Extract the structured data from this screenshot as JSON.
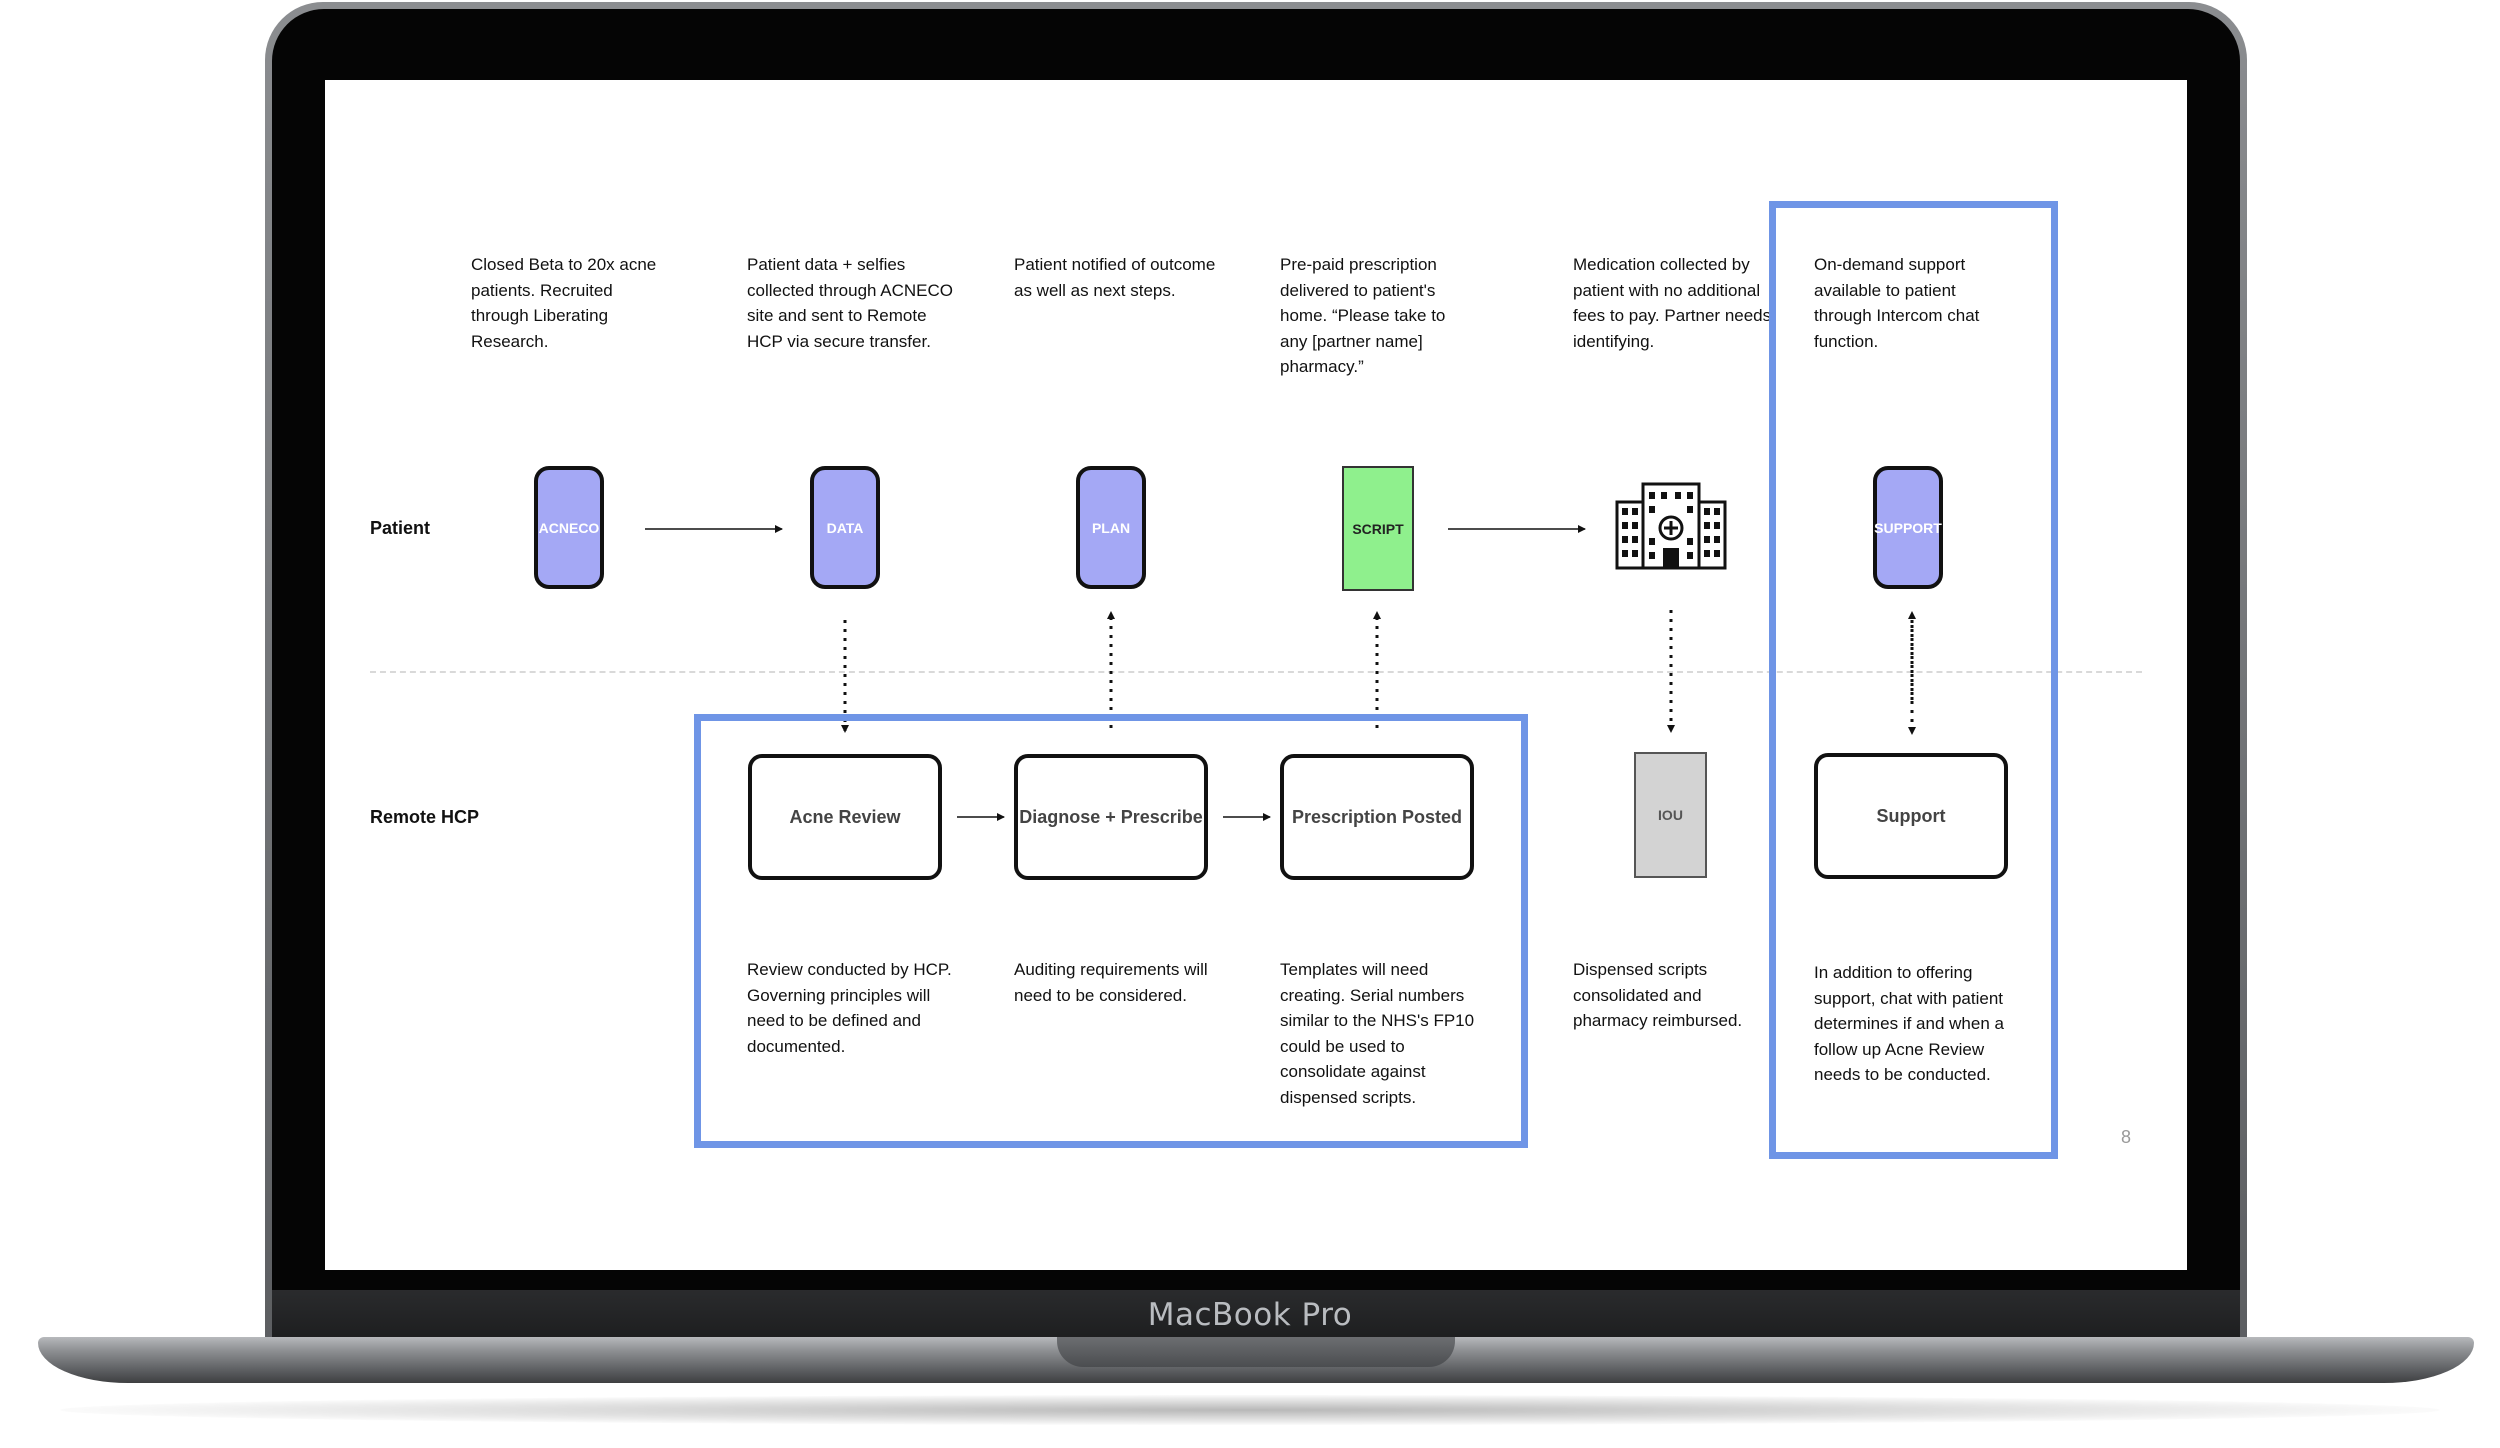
{
  "device": {
    "brand": "MacBook Pro"
  },
  "rows": {
    "patient": "Patient",
    "remote_hcp": "Remote HCP"
  },
  "patient_steps": [
    {
      "label": "ACNECO",
      "description": "Closed Beta to 20x acne patients. Recruited through Liberating Research."
    },
    {
      "label": "DATA",
      "description": "Patient data + selfies collected through ACNECO site and sent to Remote HCP via secure transfer."
    },
    {
      "label": "PLAN",
      "description": "Patient notified of outcome as well as next steps."
    },
    {
      "label": "SCRIPT",
      "description": "Pre-paid prescription delivered to patient's home. “Please take to any [partner name] pharmacy.”"
    },
    {
      "label": "pharmacy",
      "description": "Medication collected by patient with no additional fees to pay. Partner needs identifying."
    },
    {
      "label": "SUPPORT",
      "description": "On-demand support available to patient through Intercom chat function."
    }
  ],
  "hcp_steps": [
    {
      "label": "Acne Review",
      "description": "Review conducted by HCP. Governing principles will need to be defined and documented."
    },
    {
      "label": "Diagnose + Prescribe",
      "description": "Auditing requirements will need to be considered."
    },
    {
      "label": "Prescription Posted",
      "description": "Templates will need creating. Serial numbers similar to the NHS's FP10 could be used to consolidate against dispensed scripts."
    },
    {
      "label": "IOU",
      "description": "Dispensed scripts consolidated and pharmacy reimbursed."
    },
    {
      "label": "Support",
      "description": "In addition to offering support, chat with patient determines if and when a follow up Acne Review needs to be conducted."
    }
  ],
  "page_number": "8",
  "colors": {
    "phone": "#a4a8f5",
    "script": "#8ff08d",
    "iou": "#d3d3d3",
    "highlight": "#6f95e6"
  },
  "icons": {
    "pharmacy": "hospital-building-icon"
  }
}
